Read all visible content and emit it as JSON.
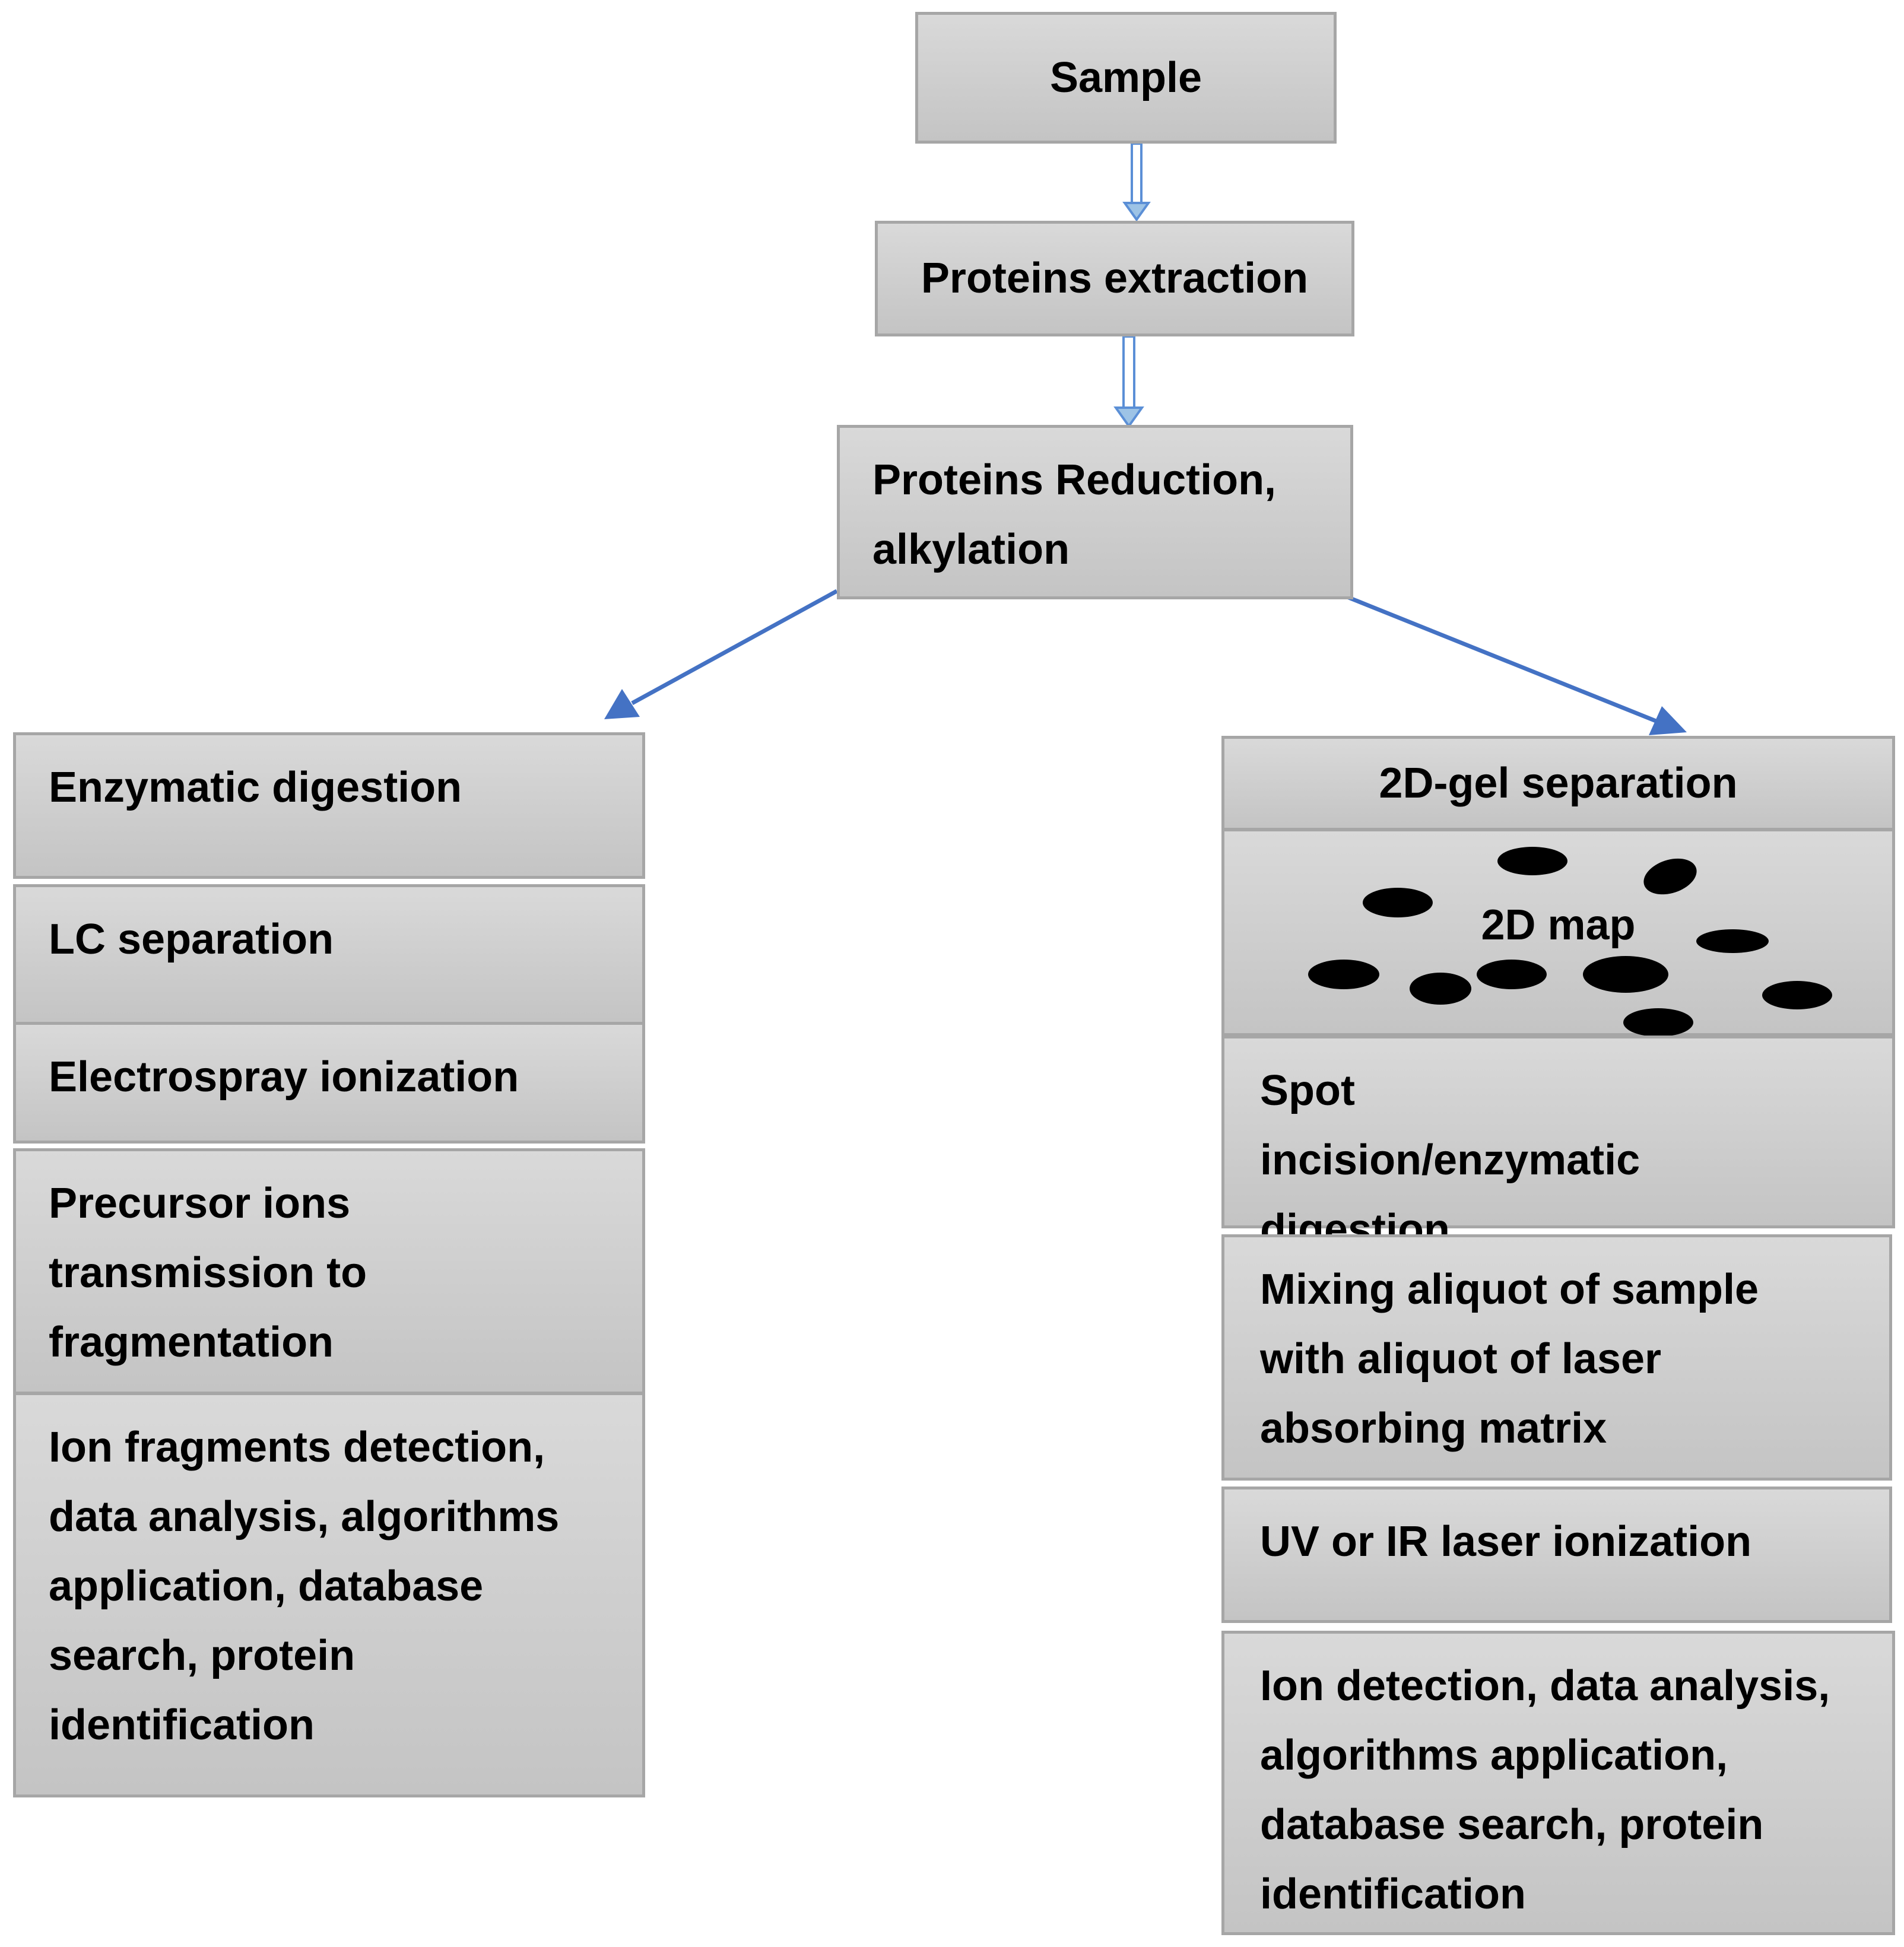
{
  "top_flow": {
    "sample": "Sample",
    "extraction": "Proteins extraction",
    "reduction": "Proteins Reduction, alkylation"
  },
  "left_branch": {
    "enzymatic_digestion": "Enzymatic digestion",
    "lc_separation": "LC separation",
    "electrospray": "Electrospray ionization",
    "precursor": "Precursor ions transmission to fragmentation region",
    "fragments": "Ion fragments detection, data analysis, algorithms application, database search, protein identification"
  },
  "right_branch": {
    "gel_separation": "2D-gel separation",
    "map_label": "2D map",
    "spot_incision": "Spot incision/enzymatic digestion",
    "mixing": "Mixing aliquot of sample with aliquot of laser absorbing matrix",
    "laser": "UV or IR laser ionization",
    "detection": "Ion detection, data analysis, algorithms application, database search, protein identification"
  },
  "colors": {
    "box_fill": "#cfcfcf",
    "box_border": "#a6a6a6",
    "arrow": "#4472c4",
    "spot": "#000000"
  }
}
